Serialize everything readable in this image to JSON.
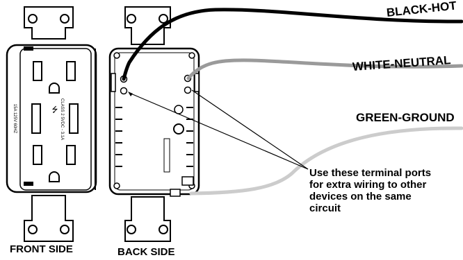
{
  "wires": {
    "black_label": "BLACK-HOT",
    "white_label": "WHITE-NEUTRAL",
    "green_label": "GREEN-GROUND",
    "colors": {
      "black": "#000000",
      "white": "#9a9a9a",
      "green": "#cccccc"
    }
  },
  "note": {
    "lines": [
      "Use these terminal ports",
      "for extra wiring to other",
      "devices on the same",
      "circuit"
    ]
  },
  "sides": {
    "front": "FRONT SIDE",
    "back": "BACK SIDE"
  },
  "front_outlet": {
    "rating": "15A  125V  60HZ",
    "usb_label": "CLASS 2  5VDC - 3.1A"
  }
}
